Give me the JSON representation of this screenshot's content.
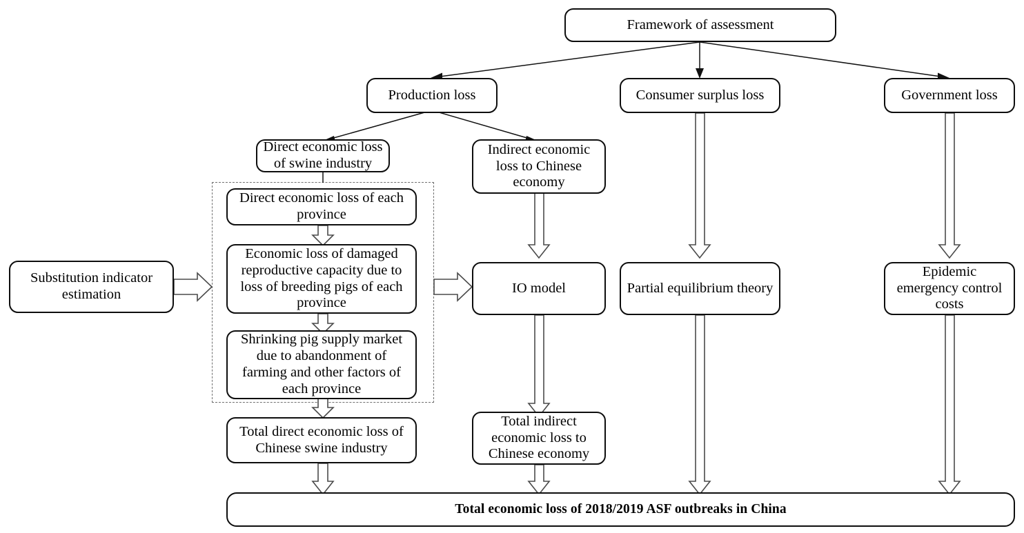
{
  "diagram": {
    "title_node": "Framework of assessment",
    "bottom_node": "Total economic loss of 2018/2019 ASF outbreaks in China",
    "nodes": {
      "framework": "Framework of assessment",
      "production_loss": "Production loss",
      "consumer_surplus_loss": "Consumer surplus loss",
      "government_loss": "Government loss",
      "direct_swine": "Direct economic loss of swine industry",
      "indirect_chinese": "Indirect economic loss to Chinese economy",
      "substitution": "Substitution indicator estimation",
      "direct_province": "Direct economic loss of each province",
      "reproductive": "Economic loss of damaged reproductive capacity due to loss of breeding pigs of each province",
      "shrinking": "Shrinking pig supply market due to abandonment of farming and other factors of each province",
      "io_model": "IO model",
      "partial_equilibrium": "Partial equilibrium theory",
      "epidemic_costs": "Epidemic emergency control costs",
      "total_direct": "Total direct economic loss of Chinese swine industry",
      "total_indirect": "Total indirect economic loss to Chinese economy",
      "total_economic": "Total economic loss of 2018/2019 ASF outbreaks in China"
    },
    "colors": {
      "node_border": "#0d0d0d",
      "dashed_border": "#6e6e6e",
      "arrow_stroke": "#4a4a4a",
      "thin_arrow": "#111111",
      "background": "#ffffff"
    }
  }
}
